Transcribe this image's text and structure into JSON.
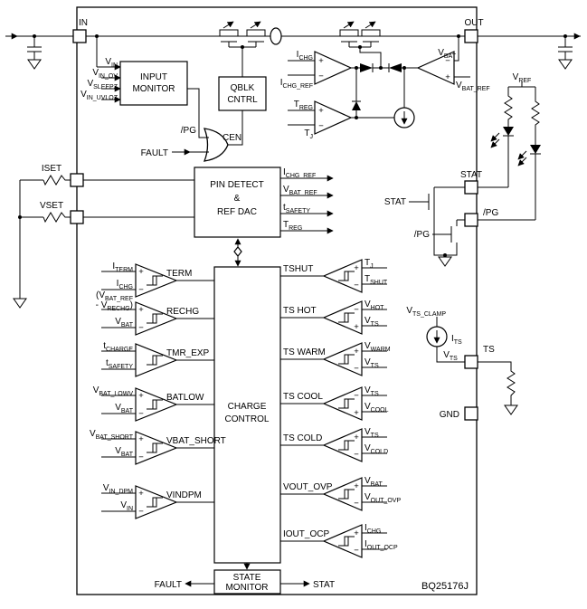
{
  "part": "BQ25176J",
  "pins": {
    "in": "IN",
    "out": "OUT",
    "iset": "ISET",
    "vset": "VSET",
    "stat": "STAT",
    "pg": "/PG",
    "ts": "TS",
    "gnd": "GND"
  },
  "blocks": {
    "input_monitor": {
      "line1": "INPUT",
      "line2": "MONITOR"
    },
    "qblk": {
      "line1": "QBLK",
      "line2": "CNTRL"
    },
    "pin_detect": {
      "line1": "PIN DETECT",
      "line2": "&",
      "line3": "REF DAC"
    },
    "charge_control": {
      "line1": "CHARGE",
      "line2": "CONTROL"
    },
    "state_monitor": {
      "line1": "STATE",
      "line2": "MONITOR"
    }
  },
  "input_monitor_inputs": [
    {
      "base": "V",
      "sub": "IN"
    },
    {
      "base": "V",
      "sub": "IN_OV"
    },
    {
      "base": "V",
      "sub": "SLEEPZ"
    },
    {
      "base": "V",
      "sub": "IN_UVLOZ"
    }
  ],
  "ref_outputs": [
    {
      "base": "I",
      "sub": "CHG_REF"
    },
    {
      "base": "V",
      "sub": "BAT_REF"
    },
    {
      "base": "t",
      "sub": "SAFETY"
    },
    {
      "base": "T",
      "sub": "REG"
    }
  ],
  "signals": {
    "pg_internal": "/PG",
    "fault_in": "FAULT",
    "cen": "CEN",
    "stat_gate": "STAT",
    "pg_gate": "/PG",
    "fault_out": "FAULT",
    "stat_out": "STAT",
    "vref": {
      "base": "V",
      "sub": "REF"
    },
    "vts_clamp": {
      "base": "V",
      "sub": "TS_CLAMP"
    },
    "its": {
      "base": "I",
      "sub": "TS"
    },
    "vts": {
      "base": "V",
      "sub": "TS"
    }
  },
  "top_comparators": {
    "ichg": {
      "plus_sign": "+",
      "minus_sign": "−",
      "plus_label": {
        "base": "I",
        "sub": "CHG"
      },
      "minus_label": {
        "base": "I",
        "sub": "CHG_REF"
      }
    },
    "vbat": {
      "plus_sign": "+",
      "minus_sign": "−",
      "minus_label": {
        "base": "V",
        "sub": "BAT"
      },
      "plus_label": {
        "base": "V",
        "sub": "BAT_REF"
      }
    },
    "treg": {
      "plus_sign": "+",
      "minus_sign": "−",
      "plus_label": {
        "base": "T",
        "sub": "REG"
      },
      "minus_label": {
        "base": "T",
        "sub": "J"
      }
    }
  },
  "left_comparators": [
    {
      "name": "TERM",
      "top_sign": "+",
      "bottom_sign": "−",
      "top": {
        "base": "I",
        "sub": "TERM"
      },
      "bottom": {
        "base": "I",
        "sub": "CHG"
      }
    },
    {
      "name": "RECHG",
      "top_sign": "+",
      "bottom_sign": "−",
      "top": {
        "base": "(V",
        "sub": "BAT_REF"
      },
      "top2": {
        "base": "- V",
        "sub": "RECHG",
        "tail": ")"
      },
      "bottom": {
        "base": "V",
        "sub": "BAT"
      }
    },
    {
      "name": "TMR_EXP",
      "top_sign": "",
      "bottom_sign": "",
      "top": {
        "base": "t",
        "sub": "CHARGE"
      },
      "bottom": {
        "base": "t",
        "sub": "SAFETY"
      }
    },
    {
      "name": "BATLOW",
      "top_sign": "+",
      "bottom_sign": "−",
      "top": {
        "base": "V",
        "sub": "BAT_LOWV"
      },
      "bottom": {
        "base": "V",
        "sub": "BAT"
      }
    },
    {
      "name": "VBAT_SHORT",
      "top_sign": "+",
      "bottom_sign": "−",
      "top": {
        "base": "V",
        "sub": "BAT_SHORT"
      },
      "bottom": {
        "base": "V",
        "sub": "BAT"
      }
    },
    {
      "name": "VINDPM",
      "top_sign": "+",
      "bottom_sign": "−",
      "top": {
        "base": "V",
        "sub": "IN_DPM"
      },
      "bottom": {
        "base": "V",
        "sub": "IN"
      }
    }
  ],
  "right_comparators": [
    {
      "name": "TSHUT",
      "top_sign": "+",
      "bottom_sign": "−",
      "top": {
        "base": "T",
        "sub": "J"
      },
      "bottom": {
        "base": "T",
        "sub": "SHUT"
      }
    },
    {
      "name": "TS HOT",
      "top_sign": "−",
      "bottom_sign": "+",
      "top": {
        "base": "V",
        "sub": "HOT"
      },
      "bottom": {
        "base": "V",
        "sub": "TS"
      }
    },
    {
      "name": "TS WARM",
      "top_sign": "+",
      "bottom_sign": "−",
      "top": {
        "base": "V",
        "sub": "WARM"
      },
      "bottom": {
        "base": "V",
        "sub": "TS"
      }
    },
    {
      "name": "TS COOL",
      "top_sign": "−",
      "bottom_sign": "+",
      "top": {
        "base": "V",
        "sub": "TS"
      },
      "bottom": {
        "base": "V",
        "sub": "COOL"
      }
    },
    {
      "name": "TS COLD",
      "top_sign": "+",
      "bottom_sign": "−",
      "top": {
        "base": "V",
        "sub": "TS"
      },
      "bottom": {
        "base": "V",
        "sub": "COLD"
      }
    },
    {
      "name": "VOUT_OVP",
      "top_sign": "+",
      "bottom_sign": "−",
      "top": {
        "base": "V",
        "sub": "BAT"
      },
      "bottom": {
        "base": "V",
        "sub": "OUT_OVP"
      }
    },
    {
      "name": "IOUT_OCP",
      "top_sign": "+",
      "bottom_sign": "−",
      "top": {
        "base": "I",
        "sub": "CHG"
      },
      "bottom": {
        "base": "I",
        "sub": "OUT_OCP"
      }
    }
  ]
}
